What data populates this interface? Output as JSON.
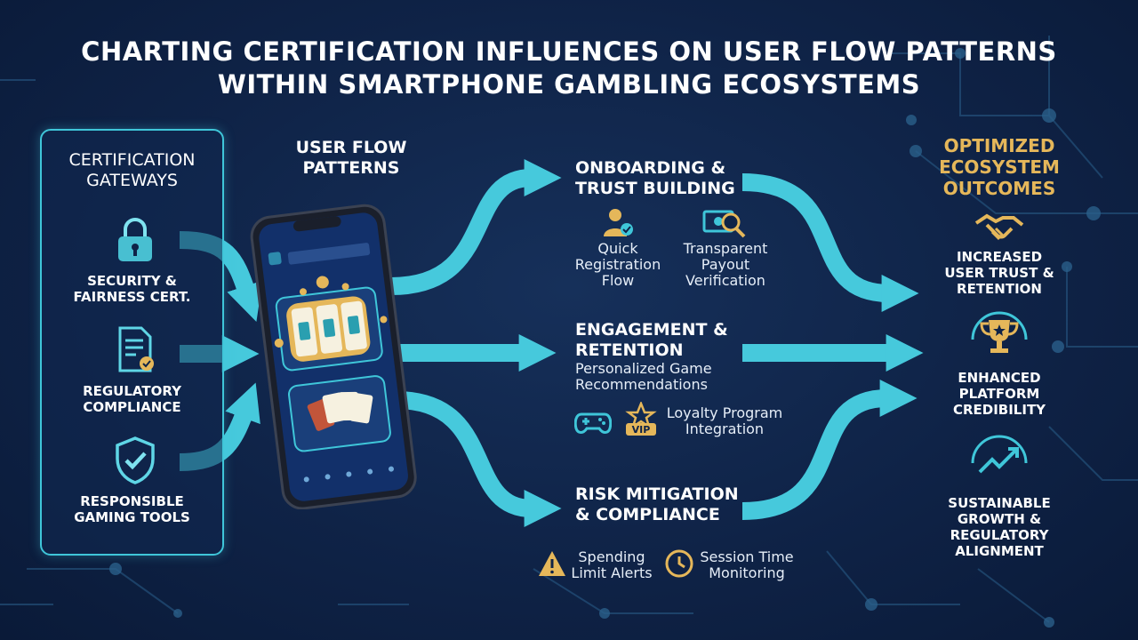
{
  "title": {
    "line1": "CHARTING CERTIFICATION INFLUENCES ON USER FLOW PATTERNS",
    "line2": "WITHIN SMARTPHONE GAMBLING ECOSYSTEMS"
  },
  "gateways": {
    "title_line1": "CERTIFICATION",
    "title_line2": "GATEWAYS",
    "items": [
      {
        "icon": "padlock-icon",
        "line1": "SECURITY &",
        "line2": "FAIRNESS CERT."
      },
      {
        "icon": "document-badge-icon",
        "line1": "REGULATORY",
        "line2": "COMPLIANCE"
      },
      {
        "icon": "shield-check-icon",
        "line1": "RESPONSIBLE",
        "line2": "GAMING TOOLS"
      }
    ]
  },
  "user_flow": {
    "line1": "USER FLOW",
    "line2": "PATTERNS"
  },
  "stages": {
    "onboarding": {
      "title_line1": "ONBOARDING &",
      "title_line2": "TRUST BUILDING",
      "items": [
        {
          "icon": "user-check-icon",
          "line1": "Quick",
          "line2": "Registration",
          "line3": "Flow"
        },
        {
          "icon": "payout-magnifier-icon",
          "line1": "Transparent",
          "line2": "Payout",
          "line3": "Verification"
        }
      ]
    },
    "engagement": {
      "title_line1": "ENGAGEMENT &",
      "title_line2": "RETENTION",
      "desc_line1": "Personalized Game",
      "desc_line2": "Recommendations",
      "items": [
        {
          "icon": "gamepad-icon"
        },
        {
          "icon": "vip-star-icon",
          "badge": "VIP",
          "line1": "Loyalty Program",
          "line2": "Integration"
        }
      ]
    },
    "risk": {
      "title_line1": "RISK MITIGATION",
      "title_line2": "& COMPLIANCE",
      "items": [
        {
          "icon": "warning-icon",
          "line1": "Spending",
          "line2": "Limit Alerts"
        },
        {
          "icon": "clock-icon",
          "line1": "Session Time",
          "line2": "Monitoring"
        }
      ]
    }
  },
  "outcomes": {
    "title_line1": "OPTIMIZED",
    "title_line2": "ECOSYSTEM",
    "title_line3": "OUTCOMES",
    "items": [
      {
        "icon": "handshake-icon",
        "line1": "INCREASED",
        "line2": "USER TRUST &",
        "line3": "RETENTION"
      },
      {
        "icon": "trophy-icon",
        "line1": "ENHANCED",
        "line2": "PLATFORM",
        "line3": "CREDIBILITY"
      },
      {
        "icon": "growth-chart-icon",
        "line1": "SUSTAINABLE",
        "line2": "GROWTH &",
        "line3": "REGULATORY",
        "line4": "ALIGNMENT"
      }
    ]
  },
  "colors": {
    "accent": "#3fc6d9",
    "gold": "#e5b75a",
    "background": "#0f2347"
  }
}
